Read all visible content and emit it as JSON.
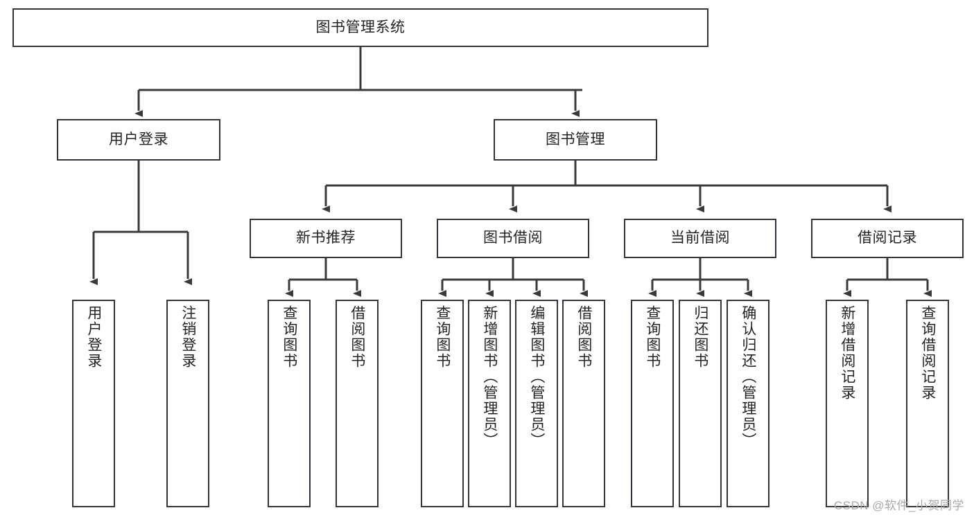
{
  "diagram": {
    "type": "tree",
    "title": "图书管理系统",
    "watermark": "CSDN @软件_小贺同学",
    "colors": {
      "box_border": "#33353a",
      "box_fill": "#ffffff",
      "connector": "#3a3a3a",
      "text": "#232323",
      "watermark": "#a9a9a9",
      "background": "#ffffff"
    },
    "root": {
      "label": "图书管理系统"
    },
    "level1": [
      {
        "label": "用户登录"
      },
      {
        "label": "图书管理"
      }
    ],
    "level2": [
      {
        "label": "新书推荐"
      },
      {
        "label": "图书借阅"
      },
      {
        "label": "当前借阅"
      },
      {
        "label": "借阅记录"
      }
    ],
    "leaves": {
      "user_login": [
        {
          "label": "用户登录"
        },
        {
          "label": "注销登录"
        }
      ],
      "new_book_recommend": [
        {
          "label": "查询图书"
        },
        {
          "label": "借阅图书"
        }
      ],
      "book_borrow": [
        {
          "label": "查询图书"
        },
        {
          "label": "新增图书（管理员）"
        },
        {
          "label": "编辑图书（管理员）"
        },
        {
          "label": "借阅图书"
        }
      ],
      "current_borrow": [
        {
          "label": "查询图书"
        },
        {
          "label": "归还图书"
        },
        {
          "label": "确认归还（管理员）"
        }
      ],
      "borrow_record": [
        {
          "label": "新增借阅记录"
        },
        {
          "label": "查询借阅记录"
        }
      ]
    }
  }
}
